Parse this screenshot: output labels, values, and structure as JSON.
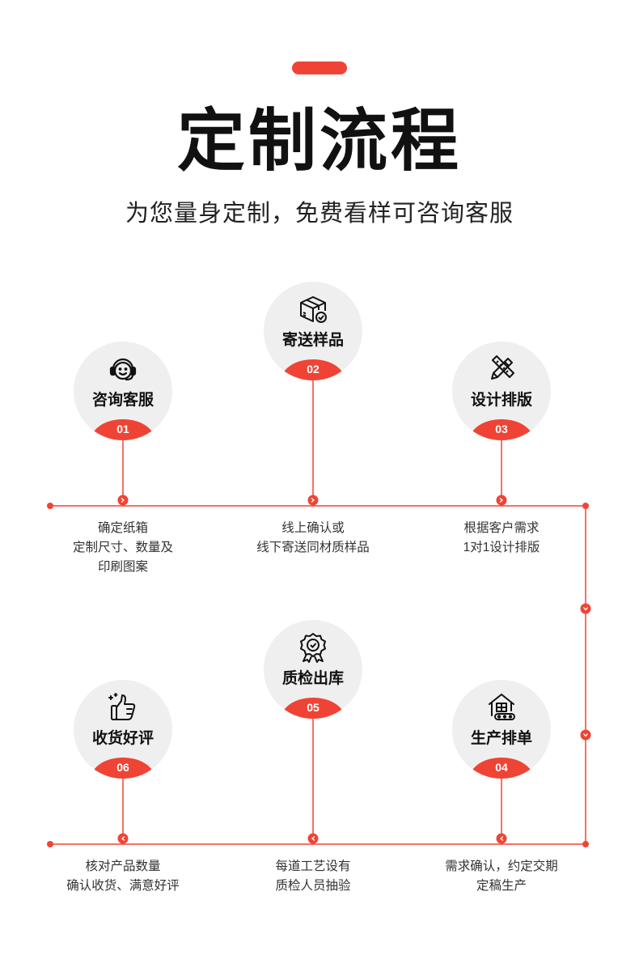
{
  "header": {
    "title": "定制流程",
    "subtitle": "为您量身定制，免费看样可咨询客服"
  },
  "colors": {
    "accent": "#ef4435",
    "circle": "#efefef",
    "text": "#222222"
  },
  "steps": [
    {
      "num": "01",
      "label": "咨询客服",
      "icon": "headset-smile-icon",
      "desc": [
        "确定纸箱",
        "定制尺寸、数量及",
        "印刷图案"
      ]
    },
    {
      "num": "02",
      "label": "寄送样品",
      "icon": "box-check-icon",
      "desc": [
        "线上确认或",
        "线下寄送同材质样品"
      ]
    },
    {
      "num": "03",
      "label": "设计排版",
      "icon": "pencil-ruler-icon",
      "desc": [
        "根据客户需求",
        "1对1设计排版"
      ]
    },
    {
      "num": "04",
      "label": "生产排单",
      "icon": "factory-conveyor-icon",
      "desc": [
        "需求确认，约定交期",
        "定稿生产"
      ]
    },
    {
      "num": "05",
      "label": "质检出库",
      "icon": "quality-badge-icon",
      "desc": [
        "每道工艺设有",
        "质检人员抽验"
      ]
    },
    {
      "num": "06",
      "label": "收货好评",
      "icon": "thumbs-up-icon",
      "desc": [
        "核对产品数量",
        "确认收货、满意好评"
      ]
    }
  ],
  "flow_markers": {
    "forward": ">",
    "down": "v",
    "back": "<"
  }
}
